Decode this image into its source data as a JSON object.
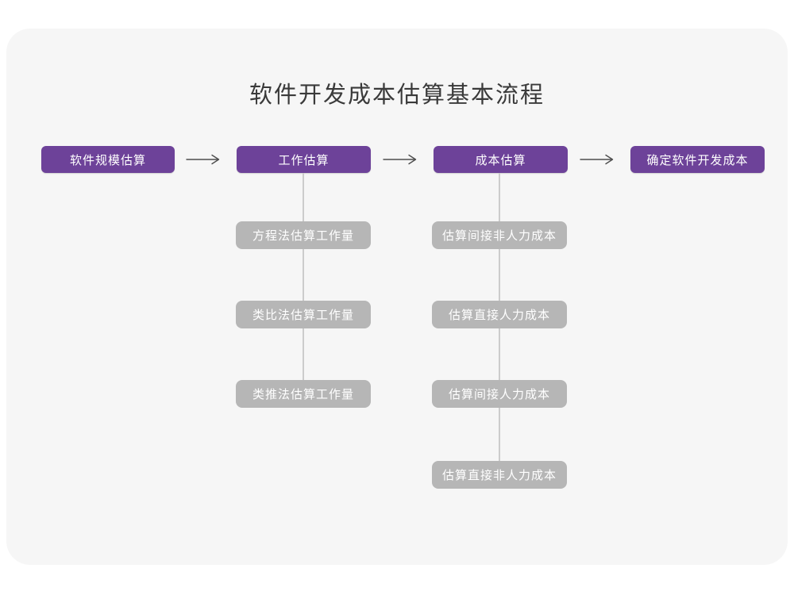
{
  "title": "软件开发成本估算基本流程",
  "flow": {
    "main_steps": [
      {
        "label": "软件规模估算"
      },
      {
        "label": "工作估算"
      },
      {
        "label": "成本估算"
      },
      {
        "label": "确定软件开发成本"
      }
    ],
    "work_estimation_methods": [
      "方程法估算工作量",
      "类比法估算工作量",
      "类推法估算工作量"
    ],
    "cost_estimation_steps": [
      "估算间接非人力成本",
      "估算直接人力成本",
      "估算间接人力成本",
      "估算直接非人力成本"
    ]
  },
  "colors": {
    "primary_purple": "#6d4299",
    "secondary_gray": "#b6b6b6",
    "card_background": "#f6f6f6",
    "page_background": "#ffffff",
    "arrow": "#4d4d4d",
    "connector_line": "#cccccc",
    "title_text": "#3a3a3a",
    "box_text": "#ffffff"
  }
}
